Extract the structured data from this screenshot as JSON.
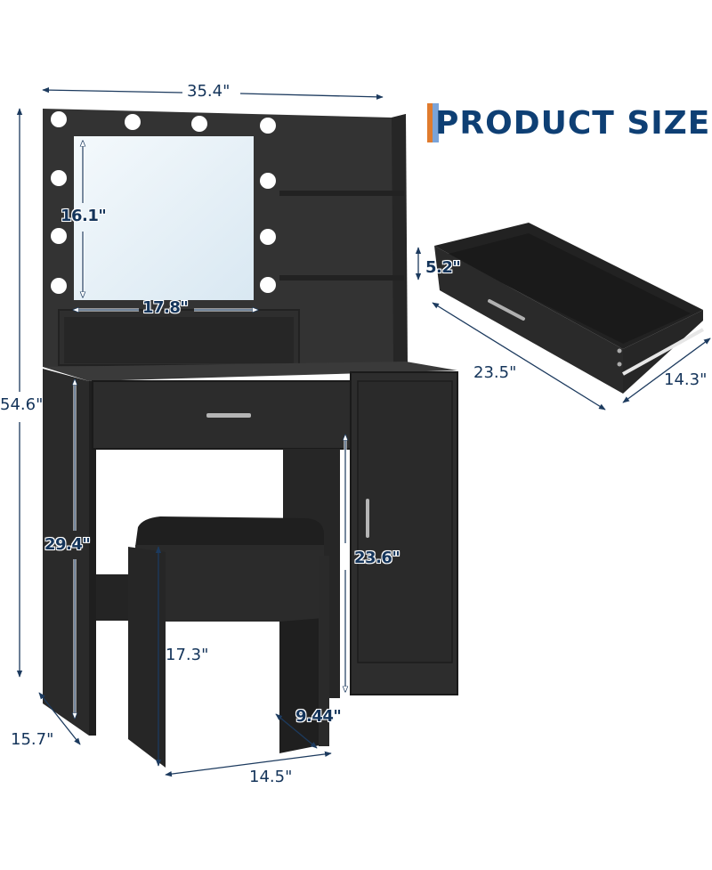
{
  "header": {
    "title": "PRODUCT SIZE",
    "accent_colors": {
      "orange": "#e07b2e",
      "light_blue": "#7aa3d8",
      "navy": "#0e3f74"
    }
  },
  "vanity": {
    "width": "35.4\"",
    "total_height": "54.6\"",
    "mirror_height": "16.1\"",
    "mirror_width": "17.8\"",
    "table_height": "29.4\"",
    "cabinet_height": "23.6\"",
    "depth": "15.7\""
  },
  "stool": {
    "height": "17.3\"",
    "width": "14.5\"",
    "depth": "9.44\""
  },
  "drawer": {
    "height": "5.2\"",
    "length": "23.5\"",
    "depth": "14.3\""
  },
  "colors": {
    "furniture": "#2b2b2b",
    "dimension_line": "#1c3a5e",
    "mirror": "#e8f2f8",
    "bulb": "#ffffff"
  }
}
